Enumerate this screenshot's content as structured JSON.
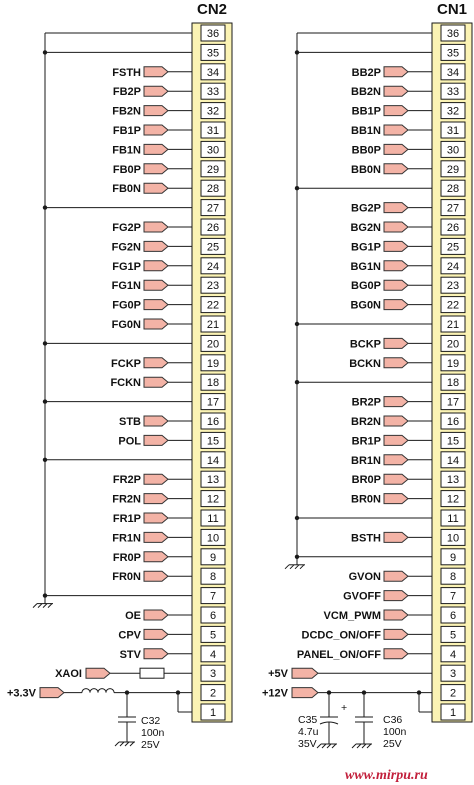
{
  "connectors": [
    {
      "id": "cn2",
      "title": "CN2",
      "signals": [
        {
          "pin": "34",
          "label": "FSTH"
        },
        {
          "pin": "33",
          "label": "FB2P"
        },
        {
          "pin": "32",
          "label": "FB2N"
        },
        {
          "pin": "31",
          "label": "FB1P"
        },
        {
          "pin": "30",
          "label": "FB1N"
        },
        {
          "pin": "29",
          "label": "FB0P"
        },
        {
          "pin": "28",
          "label": "FB0N"
        },
        {
          "pin": "26",
          "label": "FG2P"
        },
        {
          "pin": "25",
          "label": "FG2N"
        },
        {
          "pin": "24",
          "label": "FG1P"
        },
        {
          "pin": "23",
          "label": "FG1N"
        },
        {
          "pin": "22",
          "label": "FG0P"
        },
        {
          "pin": "21",
          "label": "FG0N"
        },
        {
          "pin": "19",
          "label": "FCKP"
        },
        {
          "pin": "18",
          "label": "FCKN"
        },
        {
          "pin": "16",
          "label": "STB"
        },
        {
          "pin": "15",
          "label": "POL"
        },
        {
          "pin": "13",
          "label": "FR2P"
        },
        {
          "pin": "12",
          "label": "FR2N"
        },
        {
          "pin": "11",
          "label": "FR1P"
        },
        {
          "pin": "10",
          "label": "FR1N"
        },
        {
          "pin": "9",
          "label": "FR0P"
        },
        {
          "pin": "8",
          "label": "FR0N"
        },
        {
          "pin": "6",
          "label": "OE"
        },
        {
          "pin": "5",
          "label": "CPV"
        },
        {
          "pin": "4",
          "label": "STV"
        }
      ],
      "other_pins": [
        "36",
        "35",
        "27",
        "20",
        "17",
        "14",
        "7",
        "3",
        "2",
        "1"
      ]
    },
    {
      "id": "cn1",
      "title": "CN1",
      "signals": [
        {
          "pin": "34",
          "label": "BB2P"
        },
        {
          "pin": "33",
          "label": "BB2N"
        },
        {
          "pin": "32",
          "label": "BB1P"
        },
        {
          "pin": "31",
          "label": "BB1N"
        },
        {
          "pin": "30",
          "label": "BB0P"
        },
        {
          "pin": "29",
          "label": "BB0N"
        },
        {
          "pin": "27",
          "label": "BG2P"
        },
        {
          "pin": "26",
          "label": "BG2N"
        },
        {
          "pin": "25",
          "label": "BG1P"
        },
        {
          "pin": "24",
          "label": "BG1N"
        },
        {
          "pin": "23",
          "label": "BG0P"
        },
        {
          "pin": "22",
          "label": "BG0N"
        },
        {
          "pin": "20",
          "label": "BCKP"
        },
        {
          "pin": "19",
          "label": "BCKN"
        },
        {
          "pin": "17",
          "label": "BR2P"
        },
        {
          "pin": "16",
          "label": "BR2N"
        },
        {
          "pin": "15",
          "label": "BR1P"
        },
        {
          "pin": "14",
          "label": "BR1N"
        },
        {
          "pin": "13",
          "label": "BR0P"
        },
        {
          "pin": "12",
          "label": "BR0N"
        },
        {
          "pin": "10",
          "label": "BSTH"
        },
        {
          "pin": "8",
          "label": "GVON"
        },
        {
          "pin": "7",
          "label": "GVOFF"
        },
        {
          "pin": "6",
          "label": "VCM_PWM"
        },
        {
          "pin": "5",
          "label": "DCDC_ON/OFF"
        },
        {
          "pin": "4",
          "label": "PANEL_ON/OFF"
        }
      ],
      "other_pins": [
        "36",
        "35",
        "28",
        "21",
        "18",
        "11",
        "9",
        "3",
        "2",
        "1"
      ]
    }
  ],
  "power": {
    "cn2_xaoi": "XAOI",
    "cn2_supply": "+3.3V",
    "cn1_5v": "+5V",
    "cn1_12v": "+12V"
  },
  "components": {
    "c32": {
      "name": "C32",
      "value": "100n",
      "voltage": "25V"
    },
    "c35": {
      "name": "C35",
      "value": "4.7u",
      "voltage": "35V",
      "polarity": "+"
    },
    "c36": {
      "name": "C36",
      "value": "100n",
      "voltage": "25V"
    }
  },
  "watermark": "www.mirpu.ru",
  "colors": {
    "connector_fill": "#fbf3b4",
    "arrow_fill": "#f3b3a6",
    "watermark": "#c21f3b"
  }
}
